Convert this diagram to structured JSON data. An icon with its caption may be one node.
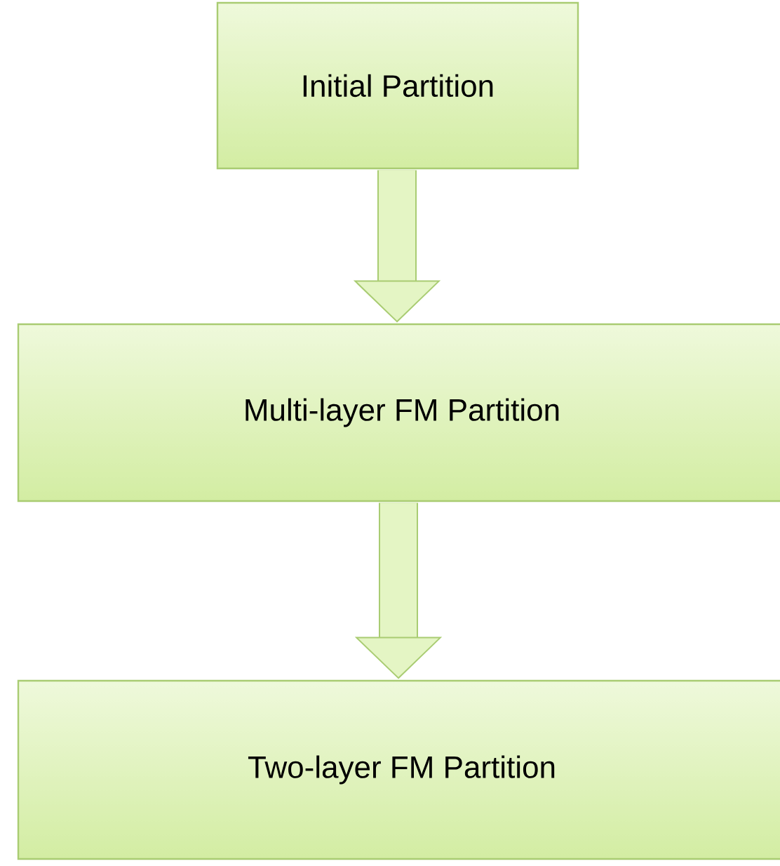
{
  "diagram": {
    "nodes": [
      {
        "text": [
          "Initial Partition"
        ]
      },
      {
        "text": [
          "Multi-layer FM Partition"
        ]
      },
      {
        "text": [
          "Two-layer FM Partition"
        ]
      }
    ],
    "edges": [
      {
        "from": 0,
        "to": 1,
        "arrow": "to"
      },
      {
        "from": 1,
        "to": 2,
        "arrow": "to"
      }
    ]
  }
}
